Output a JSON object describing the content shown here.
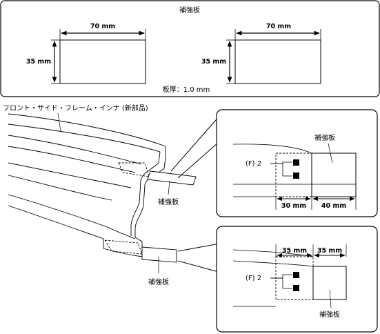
{
  "top_panel": {
    "title": "補強板",
    "left_plate": {
      "width_label": "70 mm",
      "height_label": "35 mm"
    },
    "right_plate": {
      "width_label": "70 mm",
      "height_label": "35 mm"
    },
    "thickness_label": "板厚：1.0 mm"
  },
  "main": {
    "part_label": "フロント・サイド・フレーム・インナ (新部品)",
    "plate_label_upper": "補強板",
    "plate_label_lower": "補強板"
  },
  "detail_upper": {
    "plate_label": "補強板",
    "weld_label": "(F) 2",
    "dim_left": "30 mm",
    "dim_right": "40 mm"
  },
  "detail_lower": {
    "plate_label": "補強板",
    "weld_label": "(F) 2",
    "dim_left": "35 mm",
    "dim_right": "35 mm"
  }
}
